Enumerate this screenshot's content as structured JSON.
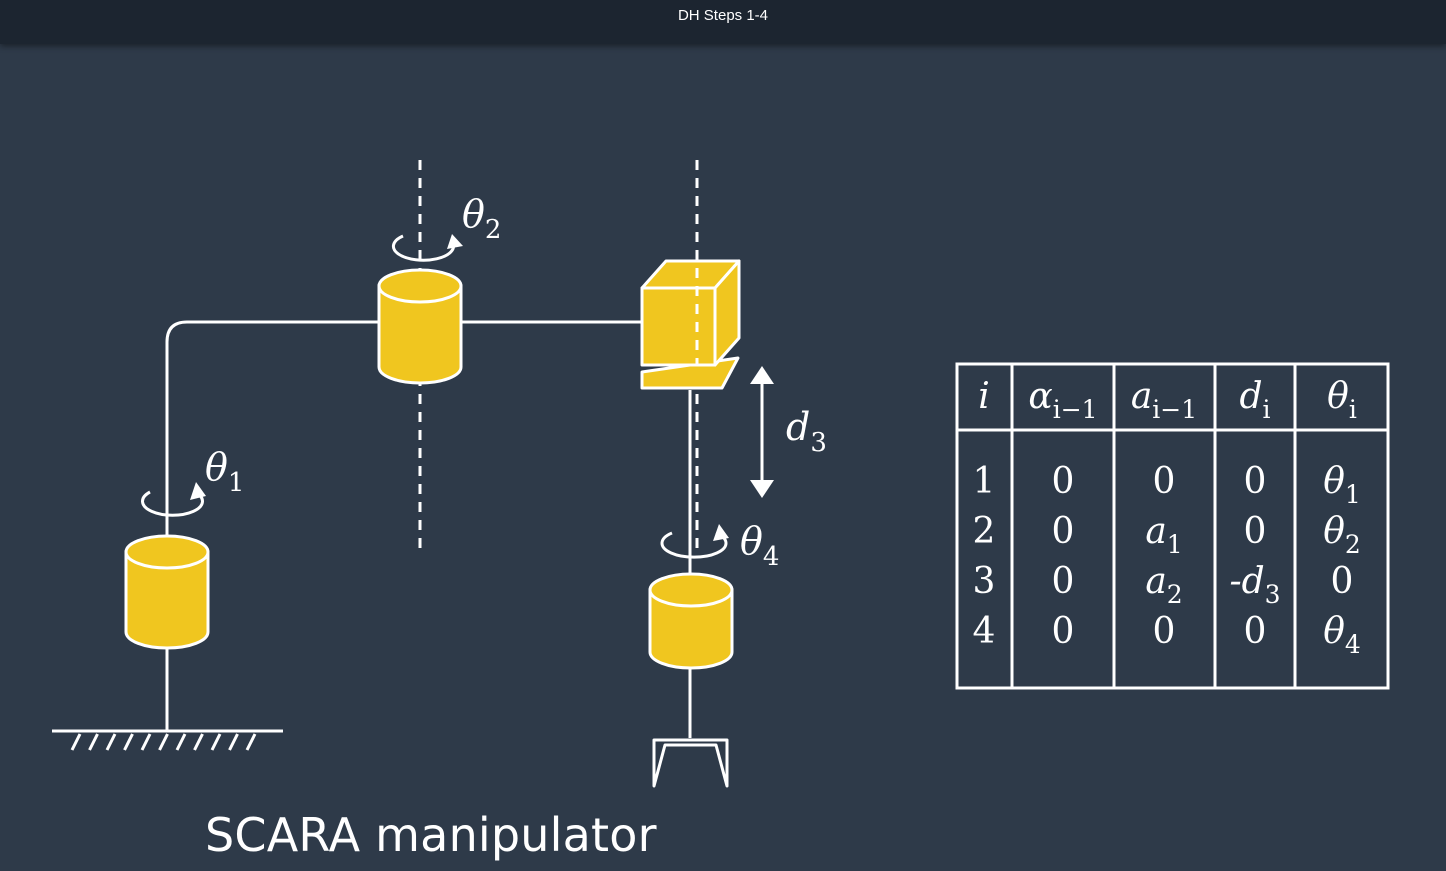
{
  "window": {
    "title": "DH Steps 1-4"
  },
  "slide": {
    "caption": "SCARA manipulator"
  },
  "colors": {
    "background": "#2e3a49",
    "topbar": "#1c2530",
    "joint": "#f0c61f",
    "line": "#ffffff"
  },
  "diagram": {
    "joint_labels": {
      "theta1": {
        "base": "θ",
        "sub": "1"
      },
      "theta2": {
        "base": "θ",
        "sub": "2"
      },
      "theta4": {
        "base": "θ",
        "sub": "4"
      },
      "d3": {
        "base": "d",
        "sub": "3"
      }
    }
  },
  "dh_table": {
    "headers": [
      {
        "base": "i",
        "sub": ""
      },
      {
        "base": "α",
        "sub": "i−1"
      },
      {
        "base": "a",
        "sub": "i−1"
      },
      {
        "base": "d",
        "sub": "i"
      },
      {
        "base": "θ",
        "sub": "i"
      }
    ],
    "rows": [
      [
        {
          "base": "1",
          "sub": ""
        },
        {
          "base": "0",
          "sub": ""
        },
        {
          "base": "0",
          "sub": ""
        },
        {
          "base": "0",
          "sub": ""
        },
        {
          "base": "θ",
          "sub": "1"
        }
      ],
      [
        {
          "base": "2",
          "sub": ""
        },
        {
          "base": "0",
          "sub": ""
        },
        {
          "base": "a",
          "sub": "1"
        },
        {
          "base": "0",
          "sub": ""
        },
        {
          "base": "θ",
          "sub": "2"
        }
      ],
      [
        {
          "base": "3",
          "sub": ""
        },
        {
          "base": "0",
          "sub": ""
        },
        {
          "base": "a",
          "sub": "2"
        },
        {
          "base": "-d",
          "sub": "3"
        },
        {
          "base": "0",
          "sub": ""
        }
      ],
      [
        {
          "base": "4",
          "sub": ""
        },
        {
          "base": "0",
          "sub": ""
        },
        {
          "base": "0",
          "sub": ""
        },
        {
          "base": "0",
          "sub": ""
        },
        {
          "base": "θ",
          "sub": "4"
        }
      ]
    ]
  }
}
